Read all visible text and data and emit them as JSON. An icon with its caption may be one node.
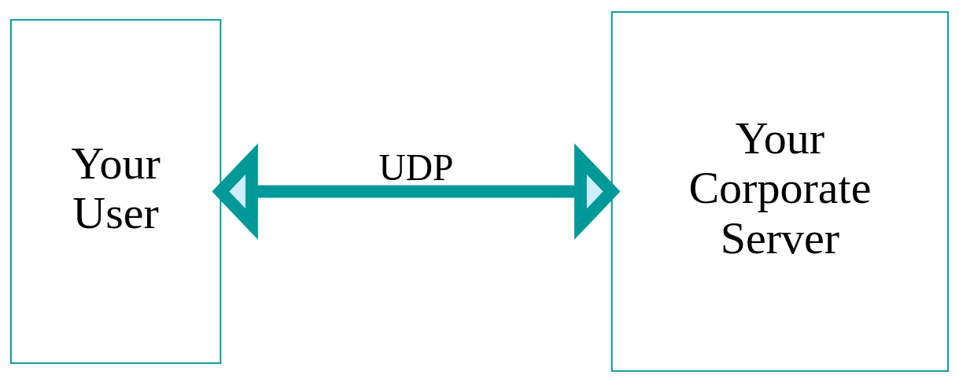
{
  "diagram": {
    "nodes": [
      {
        "text": [
          "Your User"
        ]
      },
      {
        "text": [
          "Your Corporate Server"
        ]
      }
    ],
    "edges": [
      {
        "from": 0,
        "to": 1,
        "arrow": "both",
        "label": "UDP"
      }
    ]
  }
}
